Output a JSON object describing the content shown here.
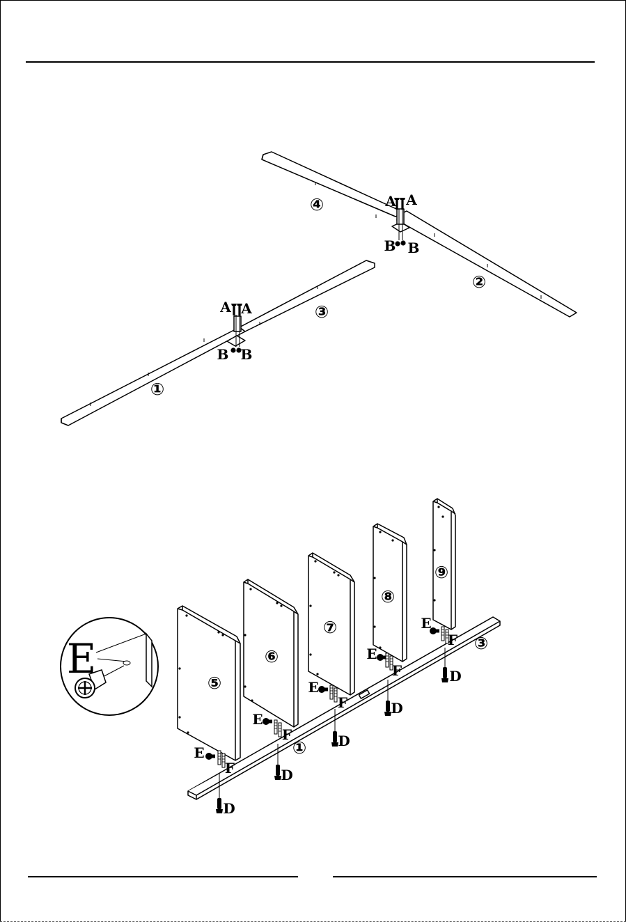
{
  "parts": {
    "rail_1": "①",
    "rail_2": "②",
    "rail_3": "③",
    "rail_4": "④",
    "panel_5": "⑤",
    "panel_6": "⑥",
    "panel_7": "⑦",
    "panel_8": "⑧",
    "panel_9": "⑨"
  },
  "hardware": {
    "a": "A",
    "b": "B",
    "d": "D",
    "e": "E",
    "f": "F"
  },
  "detail": {
    "label": "E"
  }
}
